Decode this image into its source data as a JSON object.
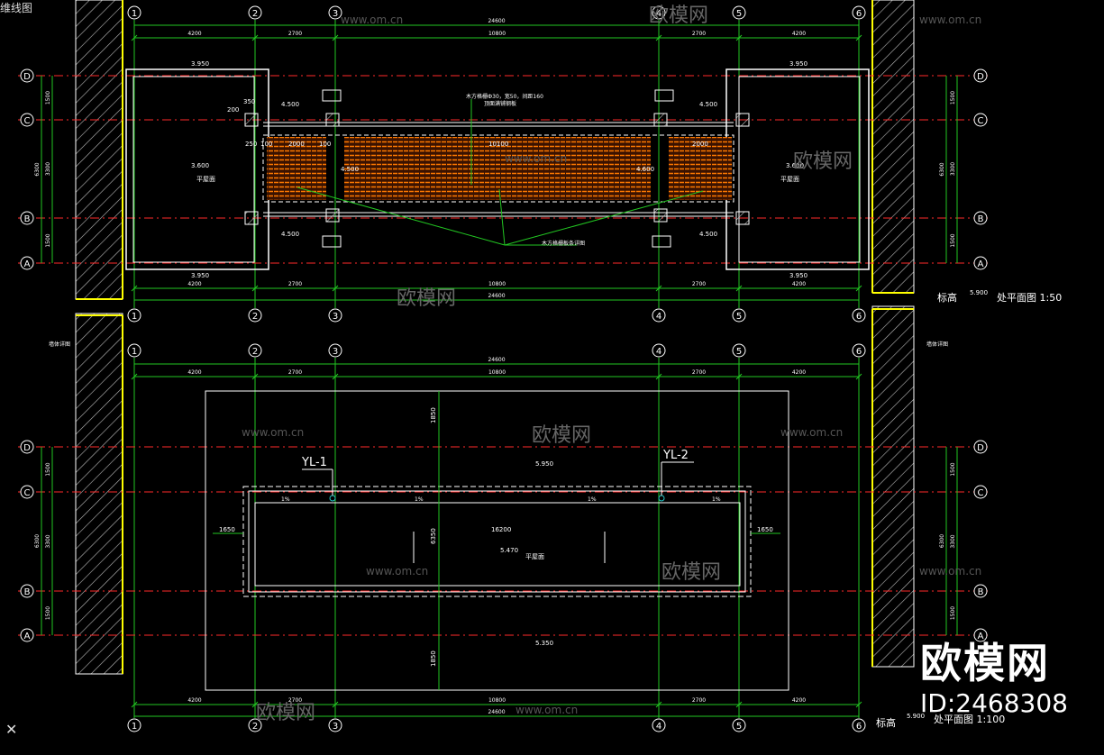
{
  "window": {
    "title": "维线图"
  },
  "watermark": {
    "site": "www.om.cn",
    "brand": "欧模网",
    "id_text": "ID:2468308"
  },
  "colors": {
    "background": "#000000",
    "axis": "#ff2a2a",
    "dim": "#22c622",
    "wall": "#ffffff",
    "column": "#ffff00",
    "deck": "#ff7a00",
    "text": "#ffffff"
  },
  "top_plan": {
    "axes_numbers": [
      "1",
      "2",
      "3",
      "4",
      "5",
      "6"
    ],
    "axes_letters": [
      "D",
      "C",
      "B",
      "A"
    ],
    "dims_top": [
      "4200",
      "2700",
      "10800",
      "2700",
      "4200"
    ],
    "dims_total": "24600",
    "dims_side": [
      "1500",
      "3300",
      "1500"
    ],
    "dims_side_total": "6300",
    "labels": {
      "elev_left_top": "3.950",
      "elev_right_top": "3.950",
      "elev_left_bottom": "3.950",
      "elev_right_bottom": "3.950",
      "elev_4500_a": "4.500",
      "elev_4500_b": "4.500",
      "elev_4500_c": "4.500",
      "elev_4500_d": "4.500",
      "elev_3600_left": "3.600",
      "elev_3600_right": "3.600",
      "room_left": "平屋面",
      "room_right": "平屋面",
      "deck_note": "木方格栅Ф30，宽50，间距160",
      "deck_note2": "顶面满铺钢板",
      "leader_note": "木方格栅板条详图",
      "w1": "250",
      "w2": "100",
      "w3": "2000",
      "w4": "100",
      "w5": "10100",
      "w6": "2000",
      "w7": "350",
      "w8": "200",
      "center_left": "4.500",
      "center_right": "4.600",
      "side_title": "标高",
      "side_elev": "5.900",
      "side_caption": "处平面图 1:50"
    }
  },
  "bottom_plan": {
    "axes_numbers": [
      "1",
      "2",
      "3",
      "4",
      "5",
      "6"
    ],
    "axes_letters": [
      "D",
      "C",
      "B",
      "A"
    ],
    "dims_top": [
      "4200",
      "2700",
      "10800",
      "2700",
      "4200"
    ],
    "dims_total": "24600",
    "dims_side": [
      "1500",
      "3300",
      "1500"
    ],
    "dims_side_total": "6300",
    "labels": {
      "yl1": "YL-1",
      "yl2": "YL-2",
      "elev_top": "5.950",
      "elev_mid": "5.470",
      "elev_bottom": "5.350",
      "roof": "平屋面",
      "span": "16200",
      "margin_l": "1650",
      "margin_r": "1650",
      "vert_top": "1850",
      "vert_total": "6350",
      "vert_bottom": "1850",
      "slope1": "1%",
      "slope2": "1%",
      "slope3": "1%",
      "slope4": "1%",
      "wall_left": "墙体详图",
      "wall_right": "墙体详图",
      "side_title": "标高",
      "side_elev": "5.900",
      "side_caption": "处平面图 1:100"
    }
  }
}
